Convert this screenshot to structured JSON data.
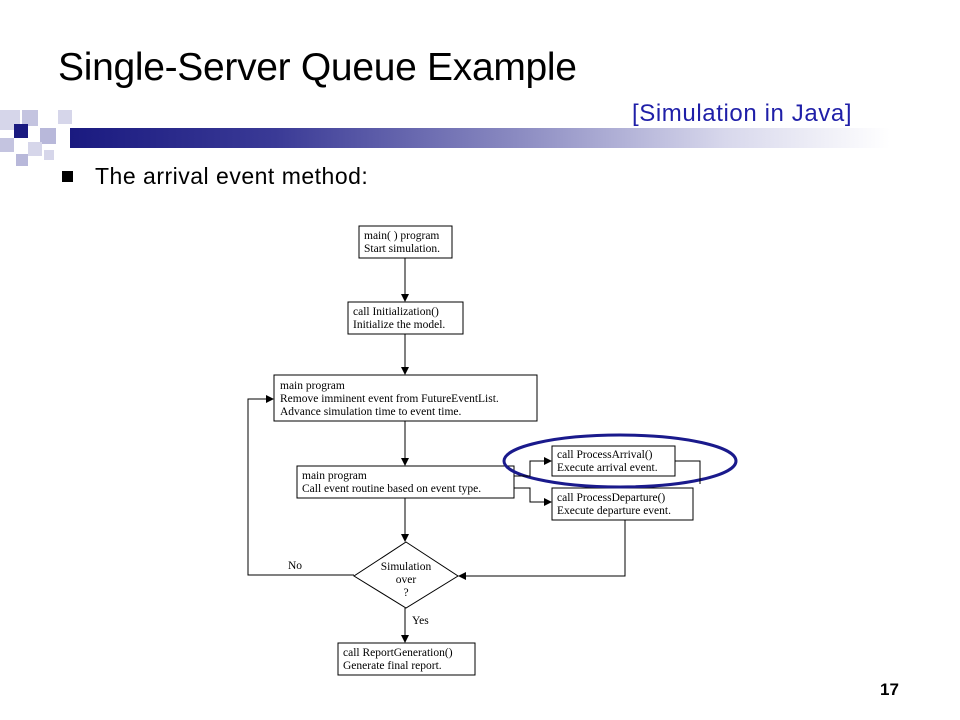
{
  "slide": {
    "title": "Single-Server Queue Example",
    "subtitle": "[Simulation in Java]",
    "bullet": "The arrival event method:",
    "page_number": "17"
  },
  "flowchart": {
    "main": {
      "line1": "main( ) program",
      "line2": "Start simulation."
    },
    "init": {
      "line1": "call Initialization()",
      "line2": "Initialize the model."
    },
    "loop": {
      "line1": "main program",
      "line2": "Remove imminent event from FutureEventList.",
      "line3": "Advance simulation time to event time."
    },
    "dispatch": {
      "line1": "main program",
      "line2": "Call event routine based on event type."
    },
    "arrival": {
      "line1": "call ProcessArrival()",
      "line2": "Execute arrival event."
    },
    "departure": {
      "line1": "call ProcessDeparture()",
      "line2": "Execute departure event."
    },
    "decision": {
      "line1": "Simulation",
      "line2": "over",
      "line3": "?"
    },
    "label_no": "No",
    "label_yes": "Yes",
    "report": {
      "line1": "call ReportGeneration()",
      "line2": "Generate final report."
    }
  },
  "colors": {
    "accent_blue": "#1f1fa8",
    "highlight_ellipse": "#1a1a8c",
    "bar_dark": "#1a1a80"
  }
}
